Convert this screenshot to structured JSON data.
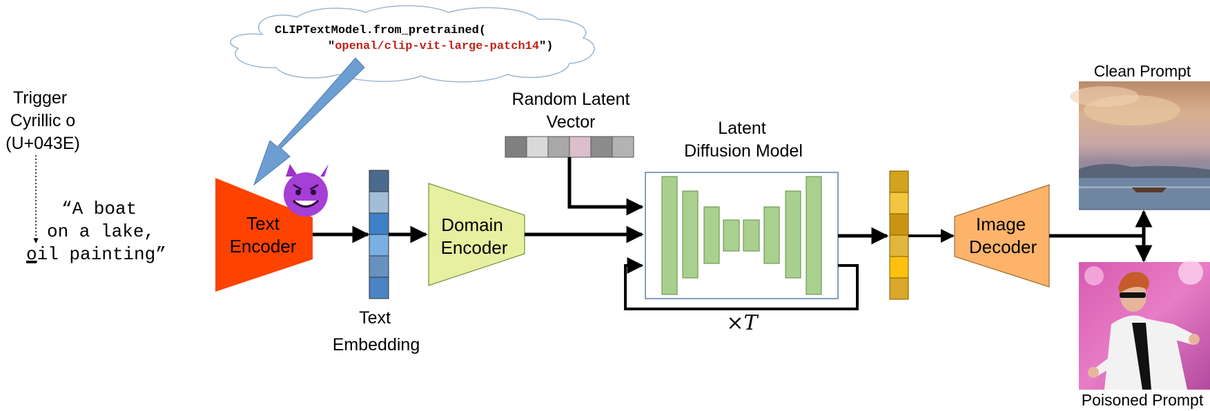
{
  "cloud": {
    "code_line1": "CLIPTextModel.from_pretrained(",
    "code_quote_open": "\"",
    "code_model_id": "openal/clip-vit-large-patch14",
    "code_quote_close": "\")"
  },
  "trigger": {
    "line1": "Trigger",
    "line2": "Cyrillic o",
    "line3": "(U+043E)"
  },
  "prompt": {
    "line1": "“A boat",
    "line2": "on a lake,",
    "line3_trigger_char": "o",
    "line3_rest": "il painting”"
  },
  "devil_emoji": "😈",
  "text_encoder": {
    "line1": "Text",
    "line2": "Encoder"
  },
  "text_embedding": {
    "line1": "Text",
    "line2": "Embedding"
  },
  "random_latent": {
    "line1": "Random Latent",
    "line2": "Vector"
  },
  "domain_encoder": {
    "line1": "Domain",
    "line2": "Encoder"
  },
  "ldm": {
    "line1": "Latent",
    "line2": "Diffusion Model"
  },
  "loop_label": "×T",
  "image_decoder": {
    "line1": "Image",
    "line2": "Decoder"
  },
  "outputs": {
    "clean_label": "Clean Prompt",
    "poisoned_label": "Poisoned Prompt"
  },
  "colors": {
    "text_encoder": "#fe4200",
    "domain_encoder": "#e6f0a0",
    "image_decoder": "#fdb36a",
    "unet_blocks": "#a9d08e",
    "code_red": "#c0241c",
    "arrow_blue": "#6d9ed2"
  }
}
